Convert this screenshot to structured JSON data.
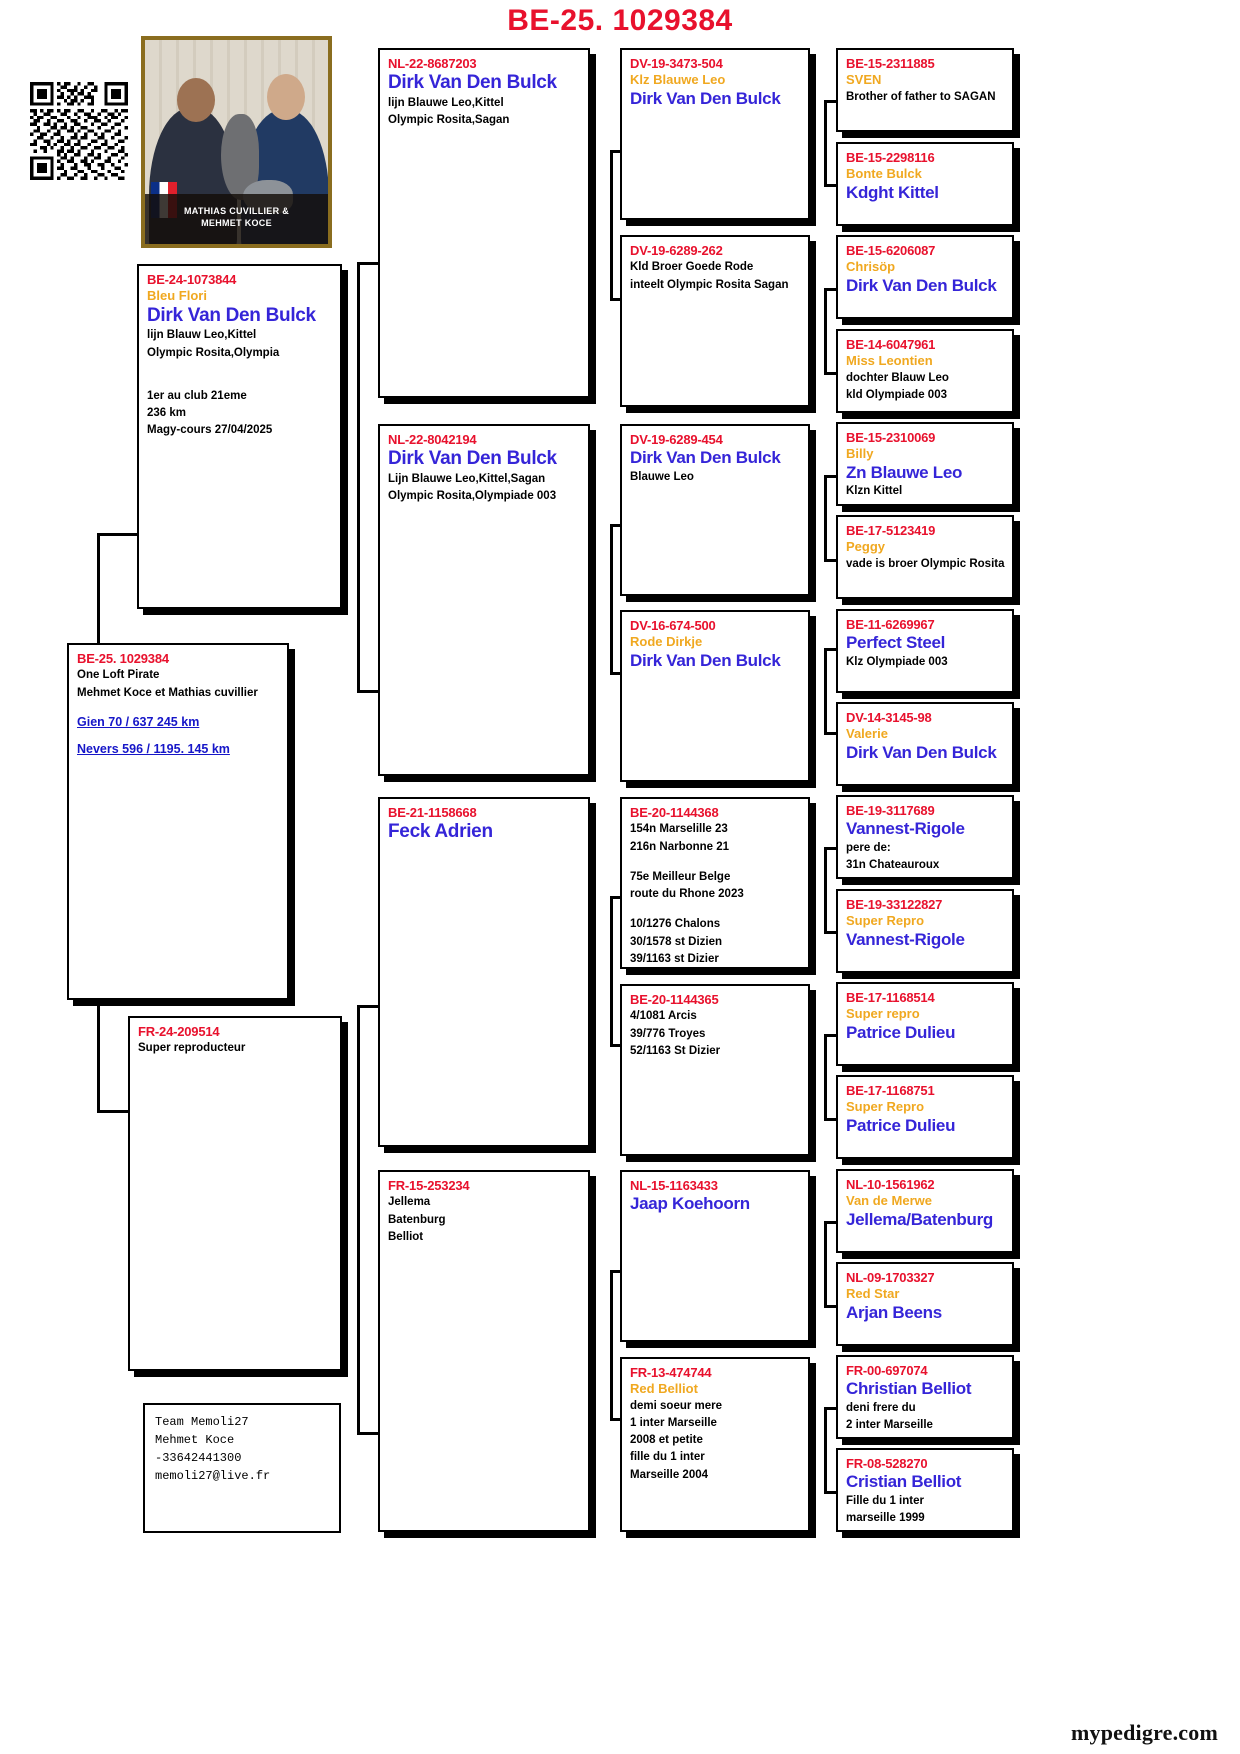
{
  "header": {
    "title": "BE-25. 1029384"
  },
  "footer": {
    "brand": "mypedigre.com"
  },
  "photo": {
    "caption_line1": "MATHIAS CUVILLIER &",
    "caption_line2": "MEHMET KOCE",
    "flag": "france-flag"
  },
  "contact": {
    "line1": "Team Memoli27",
    "line2": "Mehmet Koce",
    "line3": "-33642441300",
    "line4": "memoli27@live.fr"
  },
  "subject": {
    "ring": "BE-25. 1029384",
    "note1": "One Loft Pirate",
    "note2": "Mehmet Koce et Mathias cuvillier",
    "result1": "Gien  70 / 637 245 km",
    "result2": "Nevers  596  / 1195. 145 km"
  },
  "gen1": {
    "sire": {
      "ring": "BE-24-1073844",
      "nick": "Bleu Flori",
      "breeder": "Dirk Van Den Bulck",
      "notes": [
        "lijn Blauw Leo,Kittel",
        "Olympic Rosita,Olympia"
      ],
      "results": [
        "1er au club 21eme",
        "236 km",
        "Magy-cours 27/04/2025"
      ]
    },
    "dam": {
      "ring": "FR-24-209514",
      "notes": [
        "Super reproducteur"
      ]
    }
  },
  "gen2": [
    {
      "ring": "NL-22-8687203",
      "breeder": "Dirk Van Den Bulck",
      "notes": [
        "lijn Blauwe Leo,Kittel",
        "Olympic Rosita,Sagan"
      ]
    },
    {
      "ring": "NL-22-8042194",
      "breeder": "Dirk Van Den Bulck",
      "notes": [
        "Lijn Blauwe Leo,Kittel,Sagan",
        "Olympic Rosita,Olympiade 003"
      ]
    },
    {
      "ring": "BE-21-1158668",
      "breeder": "Feck Adrien",
      "notes": []
    },
    {
      "ring": "FR-15-253234",
      "notes": [
        "Jellema",
        "Batenburg",
        "Belliot"
      ]
    }
  ],
  "gen3": [
    {
      "ring": "DV-19-3473-504",
      "nick": "Klz Blauwe Leo",
      "breeder": "Dirk Van Den Bulck",
      "notes": []
    },
    {
      "ring": "DV-19-6289-262",
      "notes": [
        "Kld Broer Goede Rode",
        "inteelt Olympic Rosita Sagan"
      ]
    },
    {
      "ring": "DV-19-6289-454",
      "breeder": "Dirk Van Den Bulck",
      "notes": [
        "Blauwe Leo"
      ]
    },
    {
      "ring": "DV-16-674-500",
      "nick": "Rode Dirkje",
      "breeder": "Dirk Van Den Bulck",
      "notes": []
    },
    {
      "ring": "BE-20-1144368",
      "notes": [
        "154n Marselille 23",
        "216n Narbonne 21",
        "",
        "75e Meilleur Belge",
        "route du Rhone 2023",
        "",
        "10/1276 Chalons",
        "30/1578 st Dizien",
        "39/1163 st Dizier"
      ]
    },
    {
      "ring": "BE-20-1144365",
      "notes": [
        "4/1081 Arcis",
        "39/776 Troyes",
        "52/1163 St Dizier"
      ]
    },
    {
      "ring": "NL-15-1163433",
      "breeder": "Jaap Koehoorn",
      "notes": []
    },
    {
      "ring": "FR-13-474744",
      "nick": "Red Belliot",
      "notes": [
        "demi soeur mere",
        "1 inter Marseille",
        "2008 et petite",
        "fille du 1 inter",
        "Marseille 2004"
      ]
    }
  ],
  "gen4": [
    {
      "ring": "BE-15-2311885",
      "nick": "SVEN",
      "notes": [
        "Brother of father to SAGAN"
      ]
    },
    {
      "ring": "BE-15-2298116",
      "nick": "Bonte Bulck",
      "breeder": "Kdght Kittel",
      "notes": []
    },
    {
      "ring": "BE-15-6206087",
      "nick": "Chrisöp",
      "breeder": "Dirk Van Den Bulck",
      "notes": []
    },
    {
      "ring": "BE-14-6047961",
      "nick": "Miss Leontien",
      "notes": [
        "dochter Blauw Leo",
        "kld Olympiade 003"
      ]
    },
    {
      "ring": "BE-15-2310069",
      "nick": "Billy",
      "breeder": "Zn Blauwe Leo",
      "notes": [
        "Klzn Kittel"
      ]
    },
    {
      "ring": "BE-17-5123419",
      "nick": "Peggy",
      "notes": [
        "vade is broer Olympic Rosita"
      ]
    },
    {
      "ring": "BE-11-6269967",
      "breeder": "Perfect Steel",
      "notes": [
        "Klz Olympiade 003"
      ]
    },
    {
      "ring": "DV-14-3145-98",
      "nick": "Valerie",
      "breeder": "Dirk Van Den Bulck",
      "notes": []
    },
    {
      "ring": "BE-19-3117689",
      "breeder": "Vannest-Rigole",
      "notes": [
        "pere de:",
        "31n Chateauroux"
      ]
    },
    {
      "ring": "BE-19-33122827",
      "nick": "Super Repro",
      "breeder": "Vannest-Rigole",
      "notes": []
    },
    {
      "ring": "BE-17-1168514",
      "nick": "Super repro",
      "breeder": "Patrice Dulieu",
      "notes": []
    },
    {
      "ring": "BE-17-1168751",
      "nick": "Super Repro",
      "breeder": "Patrice Dulieu",
      "notes": []
    },
    {
      "ring": "NL-10-1561962",
      "nick": "Van de Merwe",
      "breeder": "Jellema/Batenburg",
      "notes": []
    },
    {
      "ring": "NL-09-1703327",
      "nick": "Red Star",
      "breeder": "Arjan Beens",
      "notes": []
    },
    {
      "ring": "FR-00-697074",
      "breeder": "Christian Belliot",
      "notes": [
        "deni frere du",
        "2 inter Marseille"
      ]
    },
    {
      "ring": "FR-08-528270",
      "breeder": "Cristian Belliot",
      "notes": [
        "Fille du 1 inter",
        "marseille 1999"
      ]
    }
  ]
}
